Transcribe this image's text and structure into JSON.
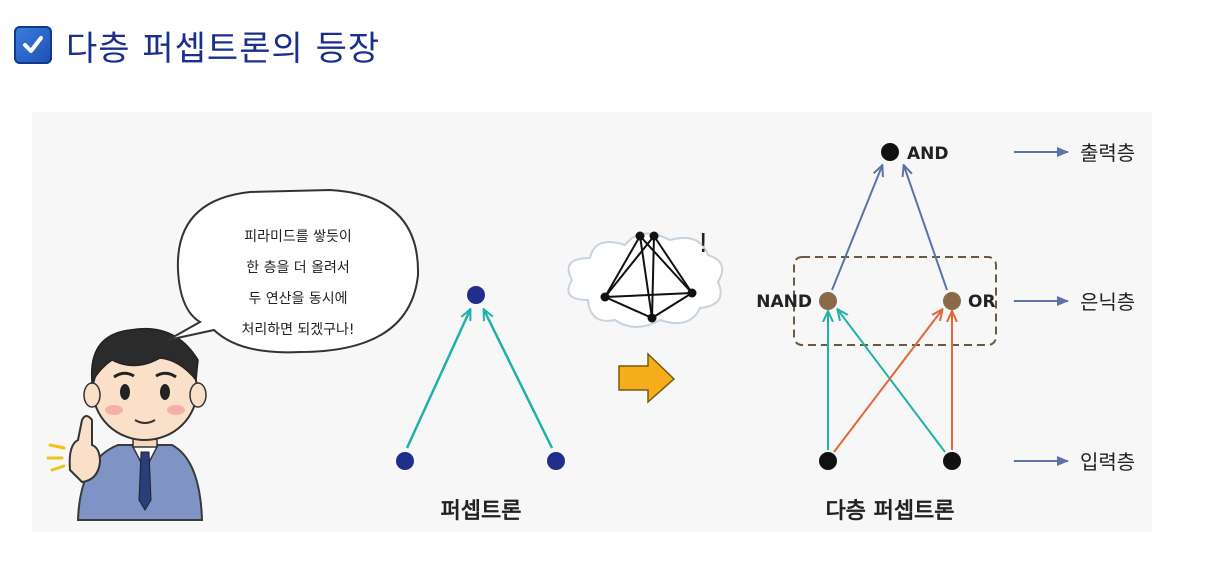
{
  "header": {
    "title": "다층 퍼셉트론의 등장"
  },
  "speech": {
    "lines": [
      "피라미드를 쌓듯이",
      "한 층을 더 올려서",
      "두 연산을 동시에",
      "처리하면 되겠구나!"
    ]
  },
  "perceptron": {
    "caption": "퍼셉트론"
  },
  "mlp": {
    "caption": "다층 퍼셉트론",
    "nodes": {
      "and": "AND",
      "nand": "NAND",
      "or": "OR"
    },
    "layers": {
      "output": "출력층",
      "hidden": "은닉층",
      "input": "입력층"
    }
  },
  "cloud": {
    "exclaim": "!"
  },
  "colors": {
    "teal": "#20b2aa",
    "orange": "#e2673a",
    "blue_arrow": "#5a74a8",
    "node_dark": "#111111",
    "node_brown": "#8a6a47",
    "node_blue": "#1f2f8a",
    "arrow_yellow": "#f6ad1c"
  }
}
